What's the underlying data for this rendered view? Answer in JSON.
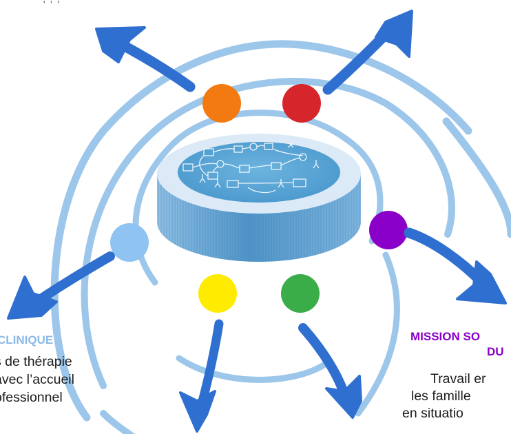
{
  "top_fragment": ", ; ,",
  "colors": {
    "ring": "#9cc6ea",
    "arrow": "#2f6fd0",
    "disc_top": "#5aa7d6",
    "disc_side": "#4f94c8",
    "dot_orange": "#f37a10",
    "dot_red": "#d6262c",
    "dot_purple": "#8a00c8",
    "dot_lightblue": "#8ec3f2",
    "dot_yellow": "#ffeb00",
    "dot_green": "#3aad49"
  },
  "left_section": {
    "title": "CLINIQUE",
    "lines": [
      "s de thérapie",
      "avec l’accueil",
      "ofessionnel"
    ]
  },
  "right_section": {
    "title_line1": "MISSION SO",
    "title_line2": "DU",
    "lines": [
      "Travail er",
      "les famille",
      "en situatio"
    ]
  }
}
